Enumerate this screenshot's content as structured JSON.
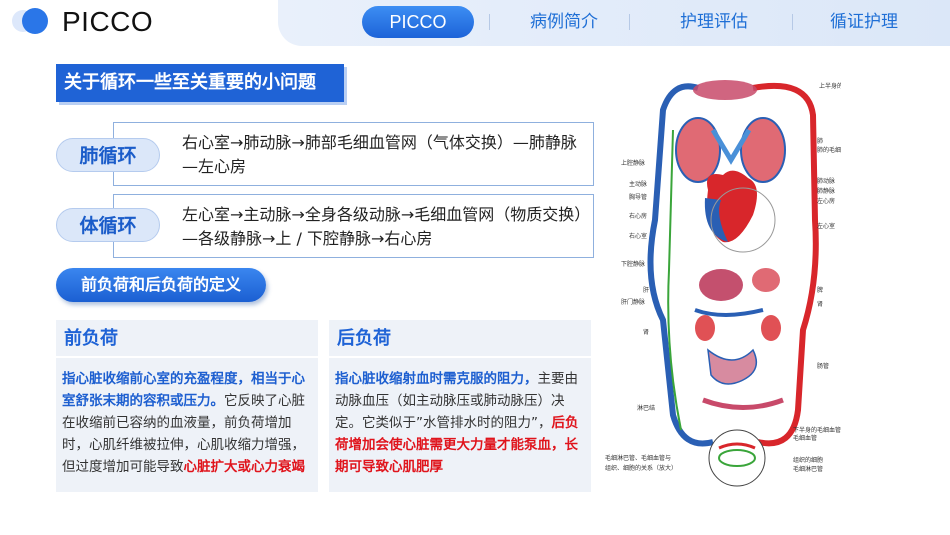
{
  "header": {
    "title": "PICCO",
    "tabs": [
      {
        "label": "PICCO",
        "active": true
      },
      {
        "label": "病例简介",
        "active": false
      },
      {
        "label": "护理评估",
        "active": false
      },
      {
        "label": "循证护理",
        "active": false
      }
    ],
    "separator": "|"
  },
  "section_title": "关于循环一些至关重要的小问题",
  "pulmonary": {
    "label": "肺循环",
    "text": "右心室→肺动脉→肺部毛细血管网（气体交换）—肺静脉—左心房"
  },
  "systemic": {
    "label": "体循环",
    "text": "左心室→主动脉→全身各级动脉→毛细血管网（物质交换）—各级静脉→上 / 下腔静脉→右心房"
  },
  "subtitle": "前负荷和后负荷的定义",
  "preload": {
    "title": "前负荷",
    "bold_blue": "指心脏收缩前心室的充盈程度，相当于心室舒张末期的容积或压力。",
    "text": "它反映了心脏在收缩前已容纳的血液量，前负荷增加时，心肌纤维被拉伸，心肌收缩力增强，但过度增加可能导致",
    "bold_red": "心脏扩大或心力衰竭"
  },
  "afterload": {
    "title": "后负荷",
    "bold_blue": "指心脏收缩射血时需克服的阻力，",
    "text": "主要由动脉血压（如主动脉压或肺动脉压）决定。它类似于”水管排水时的阻力”，",
    "bold_red": "后负荷增加会使心脏需更大力量才能泵血，长期可导致心肌肥厚"
  },
  "diagram": {
    "labels_right": [
      "上半身的毛细血管",
      "肺",
      "肺的毛细血管",
      "肺动脉",
      "肺静脉",
      "左心房",
      "左心室",
      "脾",
      "肾",
      "肠管",
      "下半身的毛细血管",
      "毛细血管",
      "组织的细胞",
      "毛细淋巴管"
    ],
    "labels_left": [
      "上腔静脉",
      "主动脉",
      "胸导管",
      "右心房",
      "右心室",
      "下腔静脉",
      "肝",
      "肝门静脉",
      "肾",
      "淋巴结"
    ],
    "labels_bottom_left": [
      "毛细淋巴管、毛细血管与",
      "组织、细胞的关系（放大）"
    ],
    "colors": {
      "artery": "#d8262b",
      "vein": "#2a5fb4",
      "lymph": "#3aa53a"
    }
  }
}
